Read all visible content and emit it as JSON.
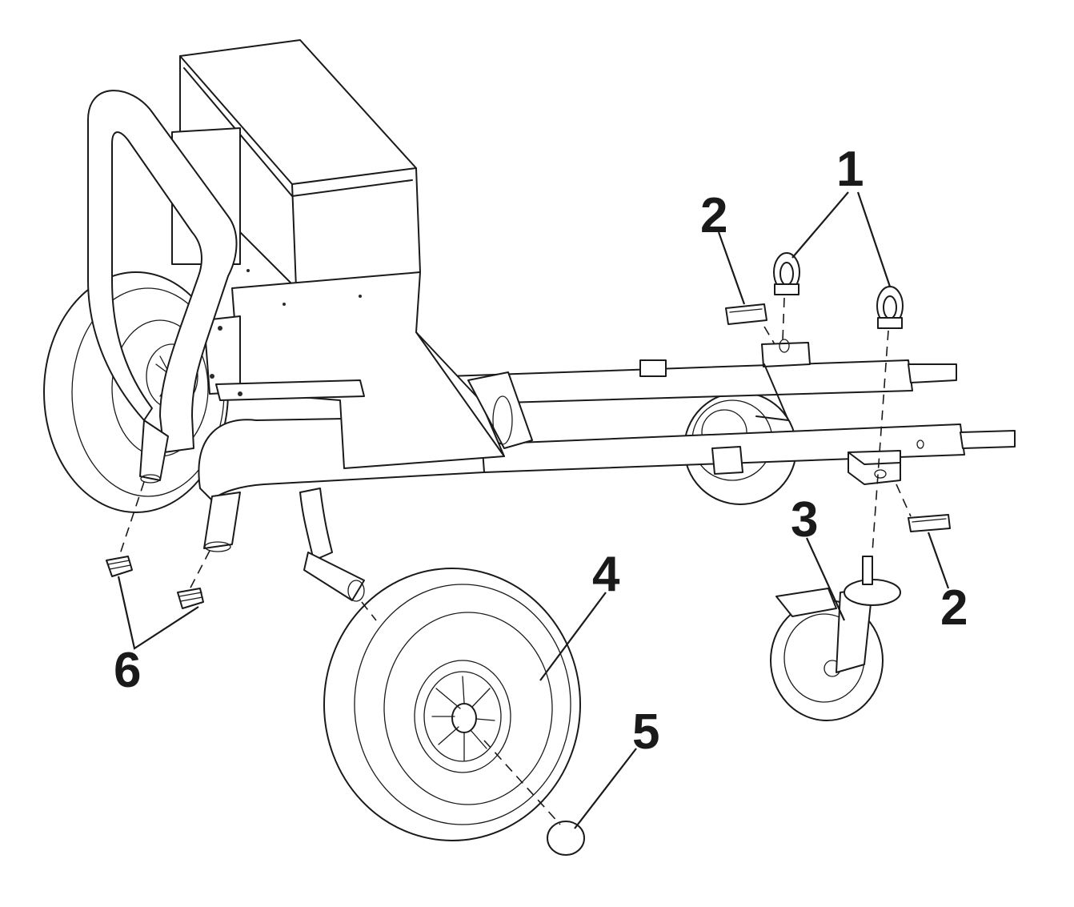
{
  "diagram": {
    "callouts": [
      {
        "id": "c1",
        "label": "1"
      },
      {
        "id": "c2a",
        "label": "2"
      },
      {
        "id": "c2b",
        "label": "2"
      },
      {
        "id": "c3",
        "label": "3"
      },
      {
        "id": "c4",
        "label": "4"
      },
      {
        "id": "c5",
        "label": "5"
      },
      {
        "id": "c6",
        "label": "6"
      }
    ],
    "line_color": "#1a1a1a",
    "background": "#ffffff"
  }
}
